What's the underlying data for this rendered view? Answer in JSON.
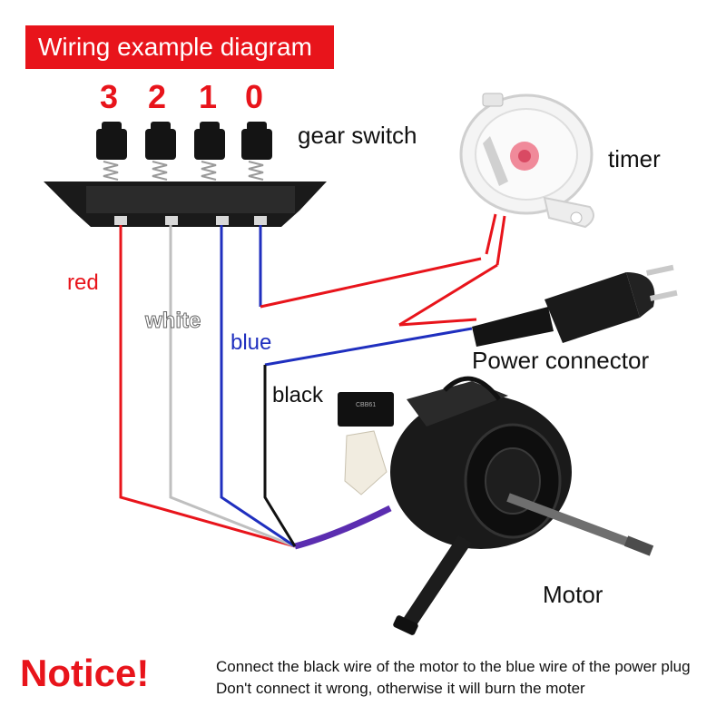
{
  "title": "Wiring example diagram",
  "switch_positions": [
    "3",
    "2",
    "1",
    "0"
  ],
  "labels": {
    "gear_switch": "gear switch",
    "timer": "timer",
    "power_connector": "Power connector",
    "motor": "Motor"
  },
  "wires": {
    "red": {
      "label": "red",
      "color": "#e8141b"
    },
    "white": {
      "label": "white",
      "color": "#bfbfbf"
    },
    "blue": {
      "label": "blue",
      "color": "#1f2fbf"
    },
    "black": {
      "label": "black",
      "color": "#111111"
    }
  },
  "notice": {
    "title": "Notice!",
    "text": "Connect the black wire of the motor to the blue wire of the power plug Don't connect it wrong, otherwise it will burn the moter"
  },
  "colors": {
    "accent": "#e8141b"
  }
}
